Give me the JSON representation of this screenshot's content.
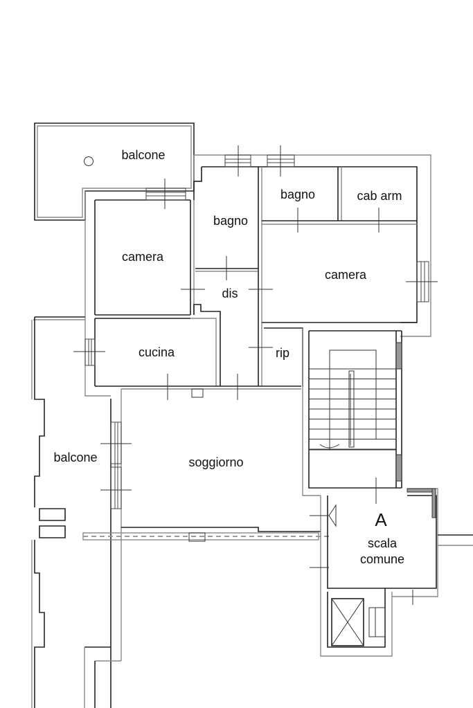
{
  "plan": {
    "title": "",
    "rooms": [
      {
        "id": "balcone-top",
        "label": "balcone"
      },
      {
        "id": "bagno-left",
        "label": "bagno"
      },
      {
        "id": "bagno-right",
        "label": "bagno"
      },
      {
        "id": "cab-arm",
        "label": "cab arm"
      },
      {
        "id": "camera-left",
        "label": "camera"
      },
      {
        "id": "camera-right",
        "label": "camera"
      },
      {
        "id": "dis",
        "label": "dis"
      },
      {
        "id": "cucina",
        "label": "cucina"
      },
      {
        "id": "rip",
        "label": "rip"
      },
      {
        "id": "balcone-left",
        "label": "balcone"
      },
      {
        "id": "soggiorno",
        "label": "soggiorno"
      },
      {
        "id": "scala-comune",
        "label_letter": "A",
        "label_line1": "scala",
        "label_line2": "comune"
      }
    ],
    "colors": {
      "wall": "#222222",
      "wall_light": "#888888",
      "background": "#ffffff"
    }
  }
}
